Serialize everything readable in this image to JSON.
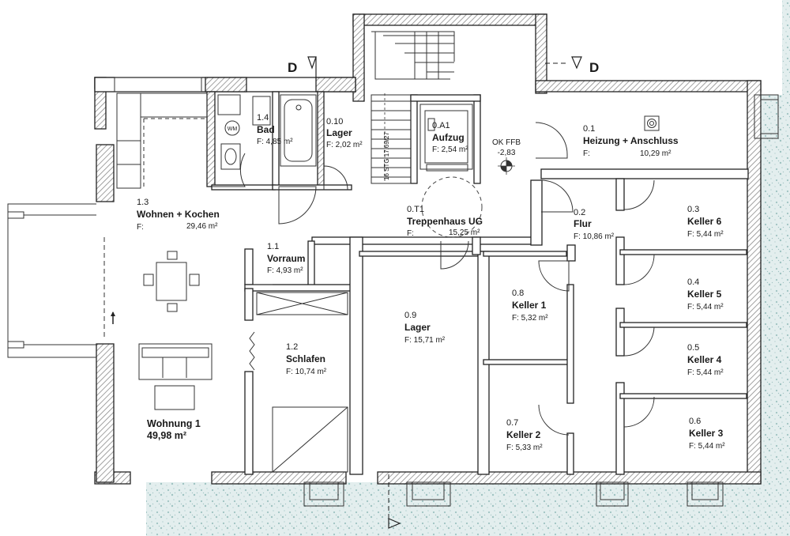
{
  "section_marks": {
    "left": "D",
    "right": "D"
  },
  "level_marker": {
    "label": "OK FFB",
    "value": "-2,83"
  },
  "stair_note": "16 STG 17,69/27",
  "apartment": {
    "name": "Wohnung 1",
    "area": "49,98 m²"
  },
  "rooms": [
    {
      "id": "1.4",
      "name": "Bad",
      "area": "F: 4,85 m²"
    },
    {
      "id": "0.10",
      "name": "Lager",
      "area": "F: 2,02 m²"
    },
    {
      "id": "0.A1",
      "name": "Aufzug",
      "area": "F: 2,54 m²"
    },
    {
      "id": "0.1",
      "name": "Heizung + Anschluss",
      "area_prefix": "F:",
      "area": "10,29 m²"
    },
    {
      "id": "1.3",
      "name": "Wohnen + Kochen",
      "area_prefix": "F:",
      "area": "29,46 m²"
    },
    {
      "id": "0.T1",
      "name": "Treppenhaus UG",
      "area_prefix": "F:",
      "area": "15,25 m²"
    },
    {
      "id": "0.2",
      "name": "Flur",
      "area": "F: 10,86 m²"
    },
    {
      "id": "0.3",
      "name": "Keller 6",
      "area": "F: 5,44 m²"
    },
    {
      "id": "1.1",
      "name": "Vorraum",
      "area": "F: 4,93 m²"
    },
    {
      "id": "0.8",
      "name": "Keller 1",
      "area": "F: 5,32 m²"
    },
    {
      "id": "0.4",
      "name": "Keller 5",
      "area": "F: 5,44 m²"
    },
    {
      "id": "0.9",
      "name": "Lager",
      "area": "F: 15,71 m²"
    },
    {
      "id": "1.2",
      "name": "Schlafen",
      "area": "F: 10,74 m²"
    },
    {
      "id": "0.5",
      "name": "Keller 4",
      "area": "F: 5,44 m²"
    },
    {
      "id": "0.7",
      "name": "Keller 2",
      "area": "F: 5,33 m²"
    },
    {
      "id": "0.6",
      "name": "Keller 3",
      "area": "F: 5,44 m²"
    }
  ],
  "fixtures": {
    "washing_machine": "WM"
  },
  "colors": {
    "ground": "#c9dedd",
    "wall_hatch": "#9a9a9a",
    "line": "#222222"
  }
}
